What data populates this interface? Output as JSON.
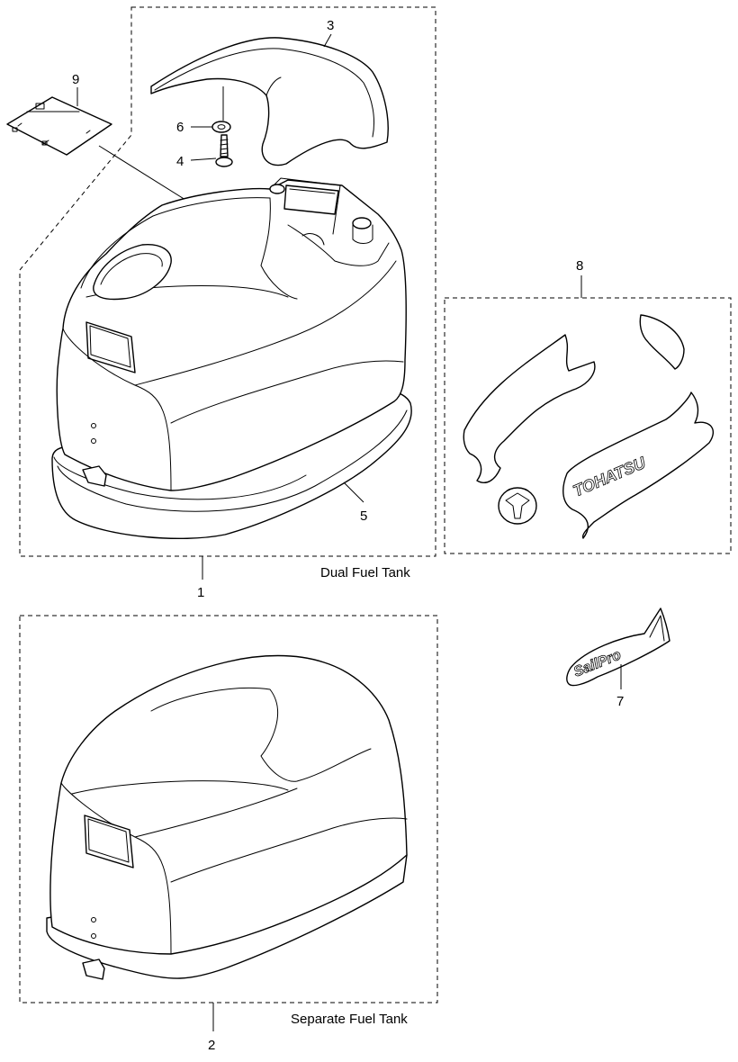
{
  "callouts": {
    "p1": "1",
    "p2": "2",
    "p3": "3",
    "p4": "4",
    "p5": "5",
    "p6": "6",
    "p7": "7",
    "p8": "8",
    "p9": "9"
  },
  "captions": {
    "dual": "Dual Fuel Tank",
    "separate": "Separate Fuel Tank"
  },
  "decals": {
    "brand": "TOHATSU",
    "model": "SailPro"
  }
}
